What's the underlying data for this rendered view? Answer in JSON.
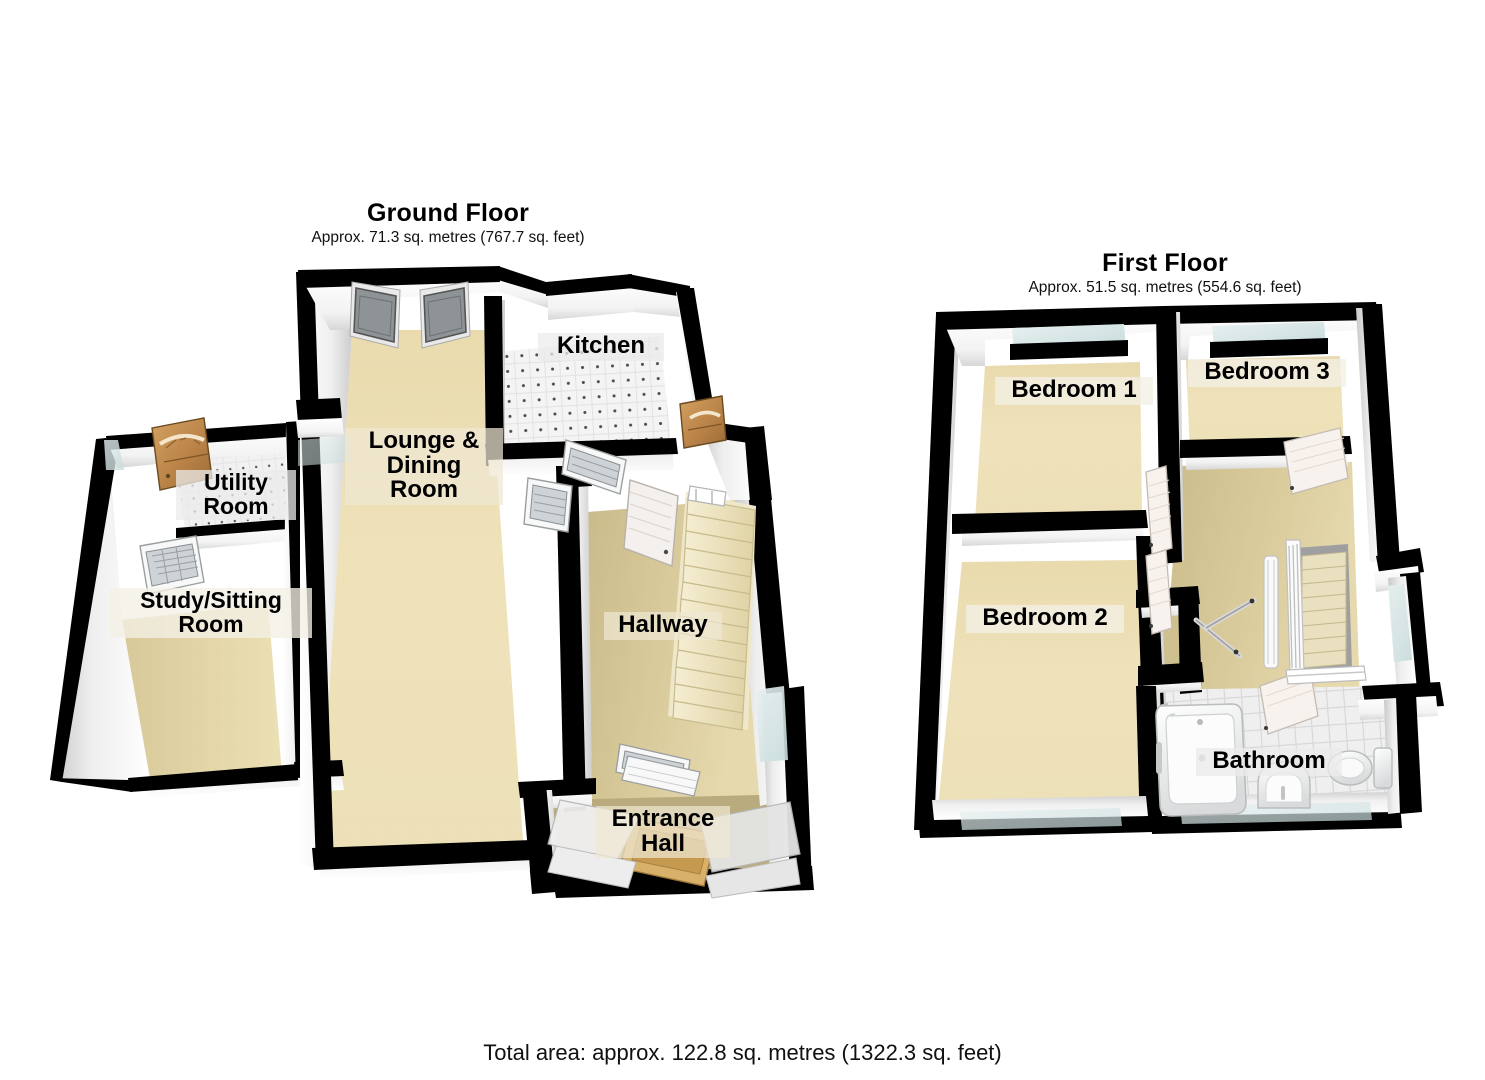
{
  "document": {
    "kind": "floorplan",
    "total_area_text": "Total area: approx. 122.8 sq. metres (1322.3 sq. feet)"
  },
  "floors": [
    {
      "id": "ground",
      "title": "Ground Floor",
      "subtitle": "Approx. 71.3 sq. metres (767.7 sq. feet)",
      "rooms": [
        {
          "id": "utility",
          "label": "Utility\nRoom"
        },
        {
          "id": "study",
          "label": "Study/Sitting\nRoom"
        },
        {
          "id": "lounge",
          "label": "Lounge &\nDining\nRoom"
        },
        {
          "id": "kitchen",
          "label": "Kitchen"
        },
        {
          "id": "hallway",
          "label": "Hallway"
        },
        {
          "id": "entrance",
          "label": "Entrance\nHall"
        }
      ]
    },
    {
      "id": "first",
      "title": "First Floor",
      "subtitle": "Approx. 51.5 sq. metres (554.6 sq. feet)",
      "rooms": [
        {
          "id": "bedroom1",
          "label": "Bedroom 1"
        },
        {
          "id": "bedroom3",
          "label": "Bedroom 3"
        },
        {
          "id": "bedroom2",
          "label": "Bedroom 2"
        },
        {
          "id": "bathroom",
          "label": "Bathroom"
        }
      ]
    }
  ],
  "colors": {
    "wall_outline": "#000000",
    "wall_face": "#ffffff",
    "wall_shade": "#d9d9d9",
    "carpet_light": "#f0e3bc",
    "carpet_mid": "#ded0a0",
    "carpet_dark": "#c9ba88",
    "tile_white": "#f2f2f2",
    "tile_grout": "#cfcfcf",
    "stair_tread": "#efe6c4",
    "stair_riser": "#ddd0a2",
    "door_wood": "#c08b45",
    "glass": "#dceaea",
    "text": "#000000"
  },
  "fixtures": [
    {
      "id": "french-doors",
      "name": "french-doors-icon",
      "floor": "ground"
    },
    {
      "id": "utility-door",
      "name": "wooden-door-icon",
      "floor": "ground"
    },
    {
      "id": "kitchen-door",
      "name": "wooden-door-icon",
      "floor": "ground"
    },
    {
      "id": "window-study",
      "name": "window-icon",
      "floor": "ground"
    },
    {
      "id": "window-hall",
      "name": "window-icon",
      "floor": "ground"
    },
    {
      "id": "staircase-gf",
      "name": "staircase-icon",
      "floor": "ground"
    },
    {
      "id": "front-door",
      "name": "front-door-icon",
      "floor": "ground"
    },
    {
      "id": "bath",
      "name": "bathtub-icon",
      "floor": "first"
    },
    {
      "id": "wc",
      "name": "toilet-icon",
      "floor": "first"
    },
    {
      "id": "basin",
      "name": "washbasin-icon",
      "floor": "first"
    },
    {
      "id": "staircase-ff",
      "name": "stairwell-icon",
      "floor": "first"
    },
    {
      "id": "door-bed1",
      "name": "door-icon",
      "floor": "first"
    },
    {
      "id": "door-bed2",
      "name": "door-icon",
      "floor": "first"
    },
    {
      "id": "door-bed3",
      "name": "door-icon",
      "floor": "first"
    },
    {
      "id": "door-bath",
      "name": "door-icon",
      "floor": "first"
    }
  ]
}
